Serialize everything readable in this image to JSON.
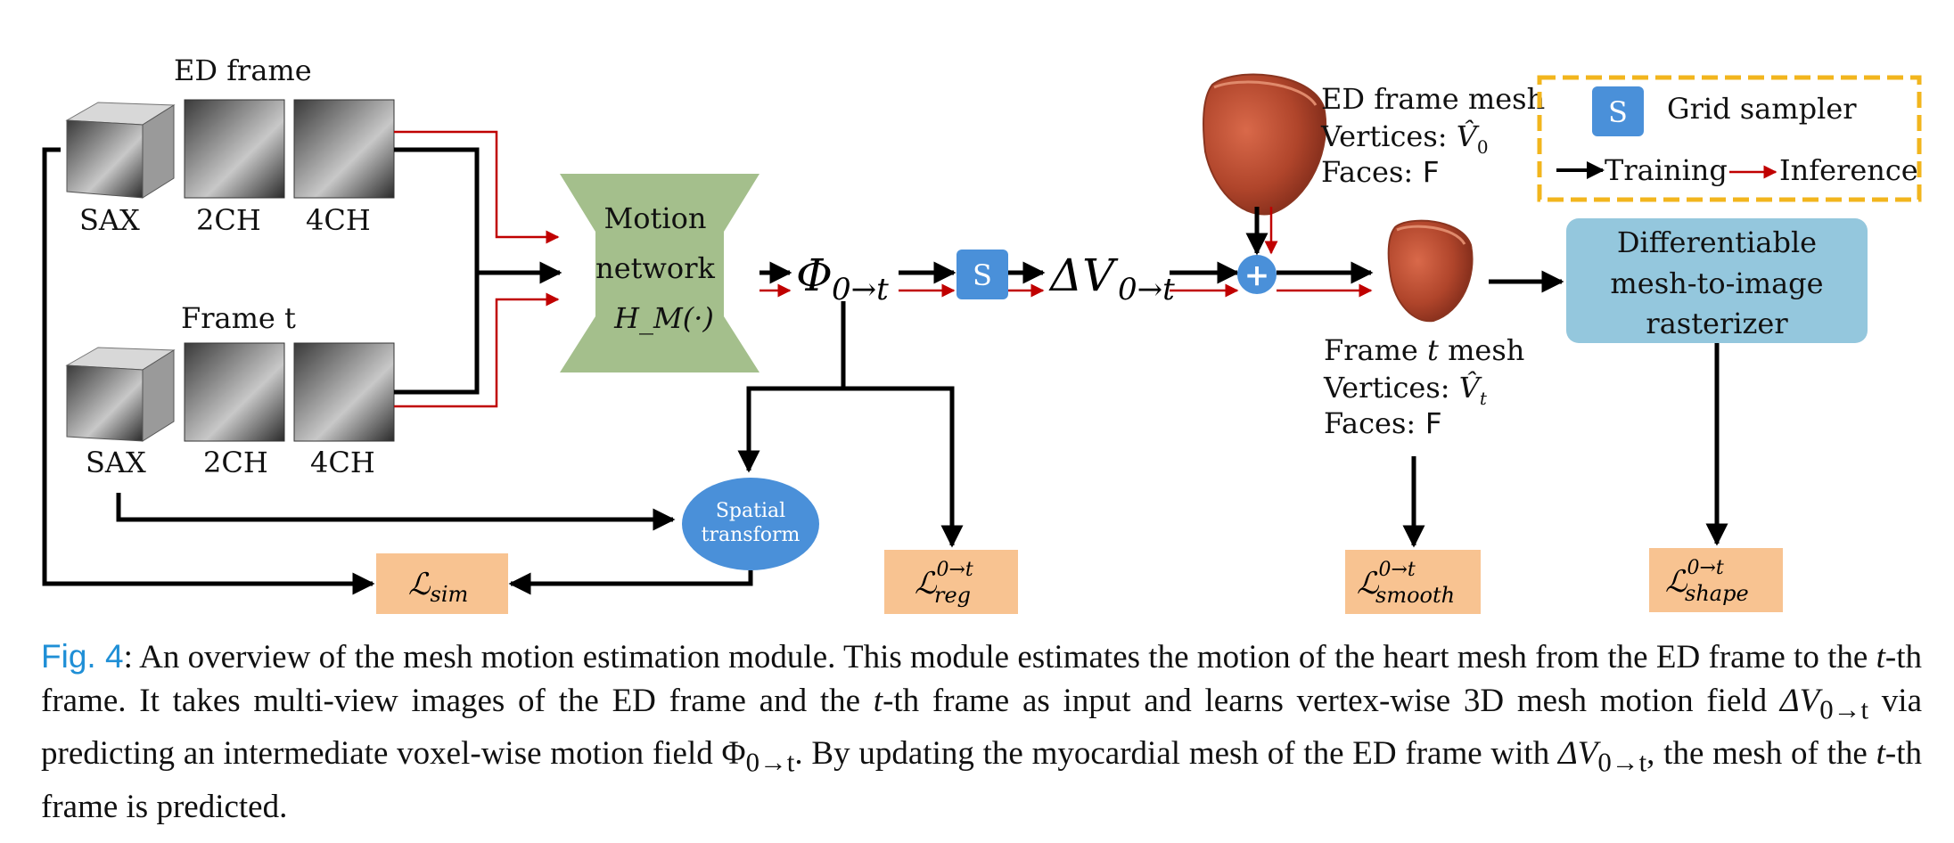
{
  "inputs": {
    "ed_frame_title": "ED frame",
    "frame_t_title": "Frame t",
    "view_labels": [
      "SAX",
      "2CH",
      "4CH"
    ]
  },
  "motion_network": {
    "line1": "Motion",
    "line2": "network",
    "func": "H_M(·)"
  },
  "symbols": {
    "phi": "Φ",
    "phi_sub": "0→t",
    "delta_v": "ΔV",
    "delta_v_sub": "0→t",
    "sampler_letter": "S",
    "plus": "+"
  },
  "ed_mesh": {
    "title": "ED frame mesh",
    "vertices_label": "Vertices: ",
    "vertices_sym": "V̂",
    "vertices_sub": "0",
    "faces_label": "Faces: ",
    "faces_sym": "F"
  },
  "t_mesh": {
    "title_pre": "Frame ",
    "title_t": "t",
    "title_post": " mesh",
    "vertices_label": "Vertices: ",
    "vertices_sym": "V̂",
    "vertices_sub": "t",
    "faces_label": "Faces: ",
    "faces_sym": "F"
  },
  "legend": {
    "sampler_letter": "S",
    "sampler_label": "Grid sampler",
    "training_label": "Training",
    "inference_label": "Inference"
  },
  "rasterizer": {
    "line1": "Differentiable",
    "line2": "mesh-to-image",
    "line3": "rasterizer"
  },
  "spatial_transform": {
    "line1": "Spatial",
    "line2": "transform"
  },
  "losses": {
    "sim": {
      "symbol": "ℒ",
      "sub": "sim"
    },
    "reg": {
      "symbol": "ℒ",
      "sub": "reg",
      "sup": "0→t"
    },
    "smooth": {
      "symbol": "ℒ",
      "sub": "smooth",
      "sup": "0→t"
    },
    "shape": {
      "symbol": "ℒ",
      "sub": "shape",
      "sup": "0→t"
    }
  },
  "colors": {
    "motion_network_fill": "#a4bf8c",
    "sampler_fill": "#4a90d9",
    "spatial_transform_fill": "#4a90d9",
    "rasterizer_fill": "#94c7dd",
    "loss_fill": "#f8c391",
    "legend_border": "#f2b51d",
    "inference_arrow": "#c00000",
    "training_arrow": "#000000",
    "heart_fill": "#b5482e"
  },
  "caption": {
    "fig_ref": "Fig. 4",
    "s1": ": An overview of the mesh motion estimation module. This module estimates the motion of the heart mesh from the ED frame to the ",
    "t1": "t",
    "s2": "-th frame. It takes multi-view images of the ED frame and the ",
    "t2": "t",
    "s3": "-th frame as input and learns vertex-wise 3D mesh motion field ",
    "dv1": "ΔV",
    "dv1_sub": "0→t",
    "s4": " via predicting an intermediate voxel-wise motion field ",
    "phi": "Φ",
    "phi_sub": "0→t",
    "s5": ". By updating the myocardial mesh of the ED frame with ",
    "dv2": "ΔV",
    "dv2_sub": "0→t",
    "s6": ", the mesh of the ",
    "t3": "t",
    "s7": "-th frame is predicted."
  }
}
